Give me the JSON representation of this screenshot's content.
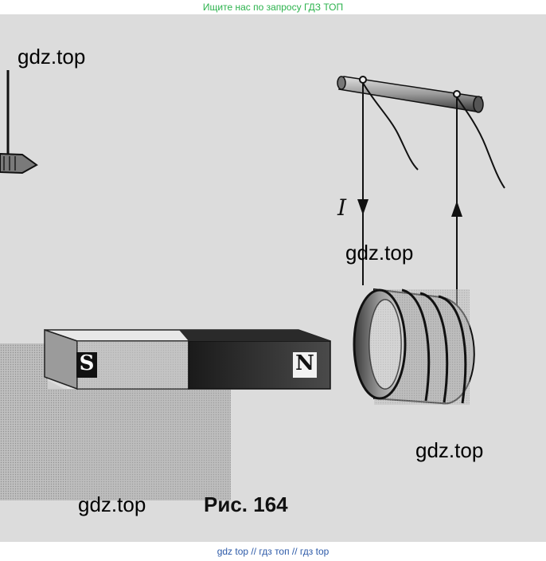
{
  "banner": {
    "text": "Ищите нас по запросу ГДЗ ТОП",
    "color": "#2bb24c"
  },
  "footer": {
    "text": "gdz top  //  гдз топ  //  гдз top",
    "color": "#2d5aa8"
  },
  "watermarks": [
    "gdz.top",
    "gdz.top",
    "gdz.top",
    "gdz.top"
  ],
  "figure": {
    "caption": "Рис. 164",
    "magnet": {
      "south_label": "S",
      "north_label": "N"
    },
    "coil": {
      "current_label": "I"
    }
  }
}
